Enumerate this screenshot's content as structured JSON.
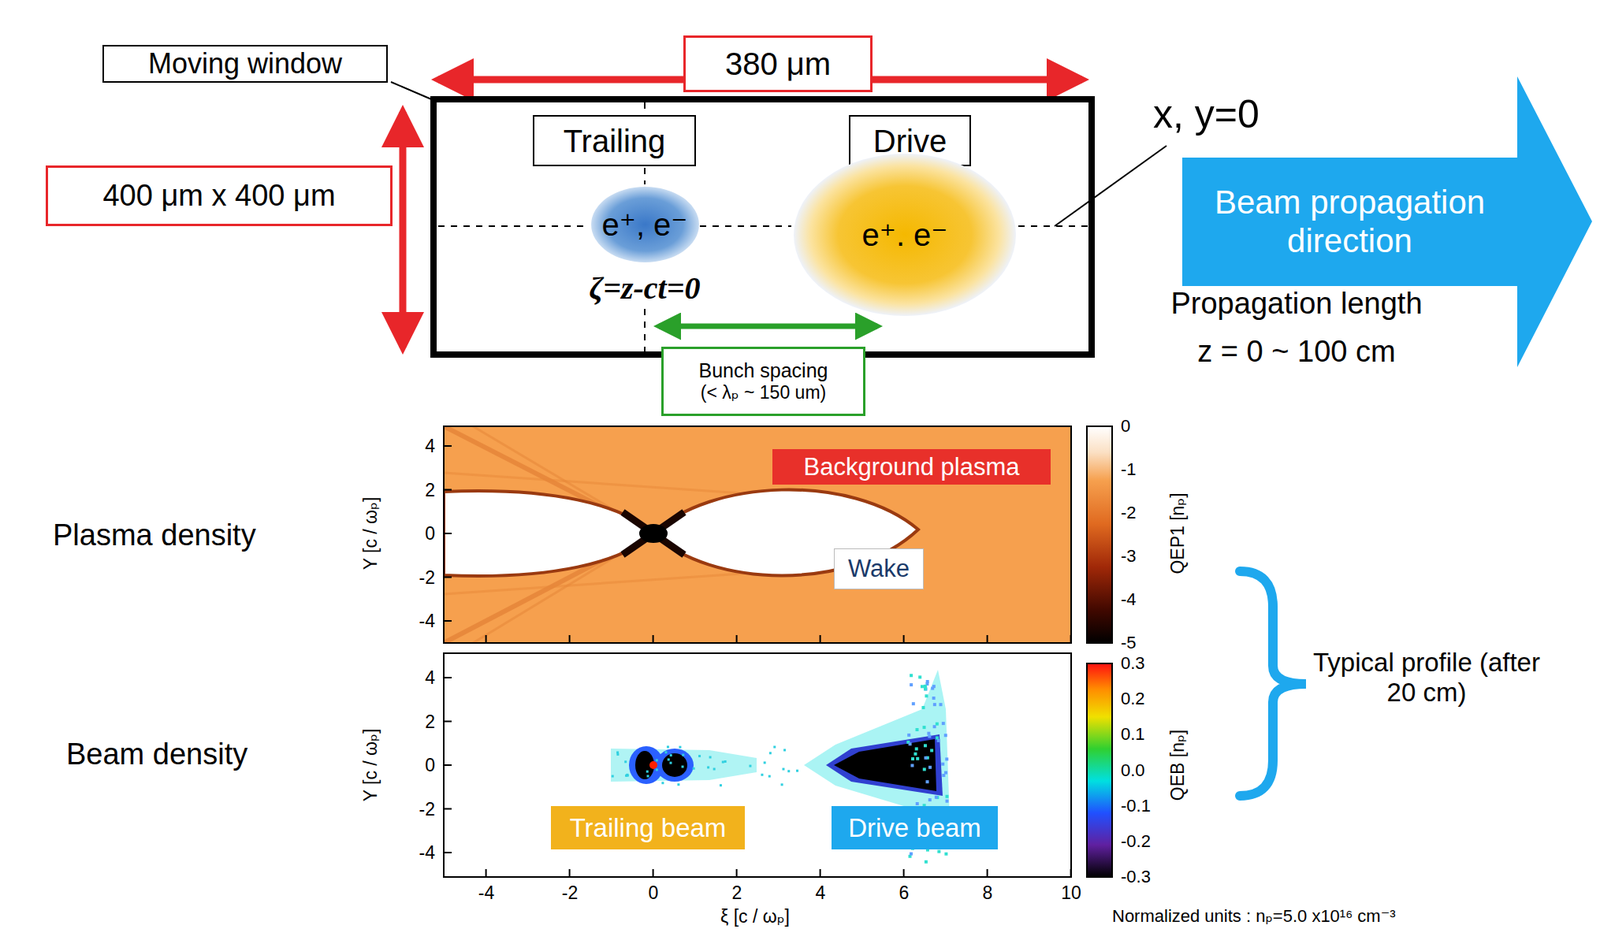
{
  "diagram": {
    "nodes": [
      {
        "text": [
          "Moving window"
        ]
      },
      {
        "text": [
          "380 μm"
        ]
      },
      {
        "text": [
          "400 μm x 400 μm"
        ]
      },
      {
        "text": [
          "Trailing"
        ]
      },
      {
        "text": [
          "Drive"
        ]
      },
      {
        "text": [
          "e⁺, e⁻"
        ]
      },
      {
        "text": [
          "e⁺. e⁻"
        ]
      },
      {
        "text": [
          "Bunch spacing",
          "(< λₚ ~ 150 um)"
        ]
      },
      {
        "text": [
          "Beam propagation direction"
        ]
      },
      {
        "text": [
          "Background plasma"
        ]
      },
      {
        "text": [
          "Wake"
        ]
      },
      {
        "text": [
          "Trailing beam"
        ]
      },
      {
        "text": [
          "Drive beam"
        ]
      }
    ],
    "labels": [
      "x, y=0",
      "ζ=z-ct=0",
      "Propagation length",
      "z = 0 ~ 100 cm",
      "Plasma density",
      "Beam density",
      "4",
      "2",
      "0",
      "-2",
      "-4",
      "Y [c / ωₚ]",
      "0",
      "-1",
      "-2",
      "-3",
      "-4",
      "-5",
      "QEP1 [nₚ]",
      "4",
      "2",
      "0",
      "-2",
      "-4",
      "Y [c / ωₚ]",
      "0.3",
      "0.2",
      "0.1",
      "0.0",
      "-0.1",
      "-0.2",
      "-0.3",
      "QEB [nₚ]",
      "-4",
      "-2",
      "0",
      "2",
      "4",
      "6",
      "8",
      "10",
      "ξ [c / ωₚ]",
      "Typical profile (after 20 cm)",
      "Normalized units : nₚ=5.0 x10¹⁶ cm⁻³"
    ]
  }
}
